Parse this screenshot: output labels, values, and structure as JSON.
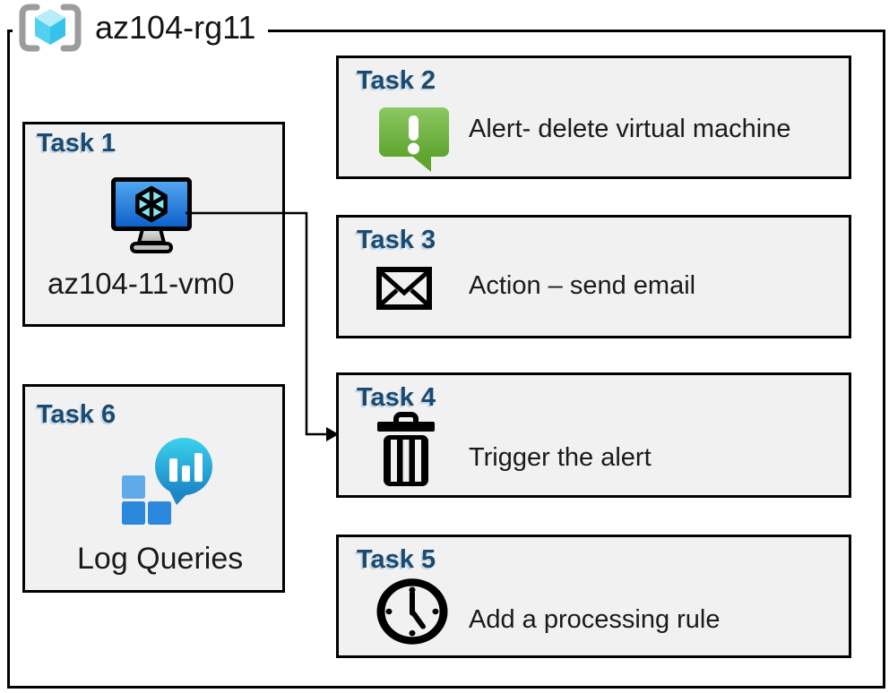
{
  "title": "az104-rg11",
  "container_icon": "resource-group-icon",
  "tasks": [
    {
      "heading": "Task 1",
      "label": "az104-11-vm0",
      "icon": "virtual-machine-icon"
    },
    {
      "heading": "Task 2",
      "label": "Alert- delete virtual machine",
      "icon": "alert-message-icon"
    },
    {
      "heading": "Task 3",
      "label": "Action – send email",
      "icon": "email-envelope-icon"
    },
    {
      "heading": "Task 4",
      "label": "Trigger the alert",
      "icon": "trash-icon"
    },
    {
      "heading": "Task 5",
      "label": "Add a processing rule",
      "icon": "clock-icon"
    },
    {
      "heading": "Task 6",
      "label": "Log Queries",
      "icon": "log-analytics-icon"
    }
  ],
  "connector": {
    "from": "Task 1 virtual machine",
    "to": "Task 4"
  },
  "colors": {
    "heading_navy": "#1B4A71",
    "box_fill": "#F1F1F1",
    "border_black": "#000000",
    "alert_green_top": "#8CC764",
    "alert_green_bottom": "#5FA52F",
    "vm_screen_top": "#55A9F1",
    "vm_screen_bottom": "#0A5FC9",
    "vm_cube_cyan": "#86E7F4",
    "log_bubble_top": "#3BD2EC",
    "log_bubble_bottom": "#1B84C6",
    "log_square_light": "#5FABEA",
    "log_square_dark": "#2B89DD",
    "rg_bracket_gray": "#9C9C9C",
    "rg_cube_top": "#B6EDF9",
    "rg_cube_left": "#53D0F0",
    "rg_cube_right": "#35C3E9"
  }
}
